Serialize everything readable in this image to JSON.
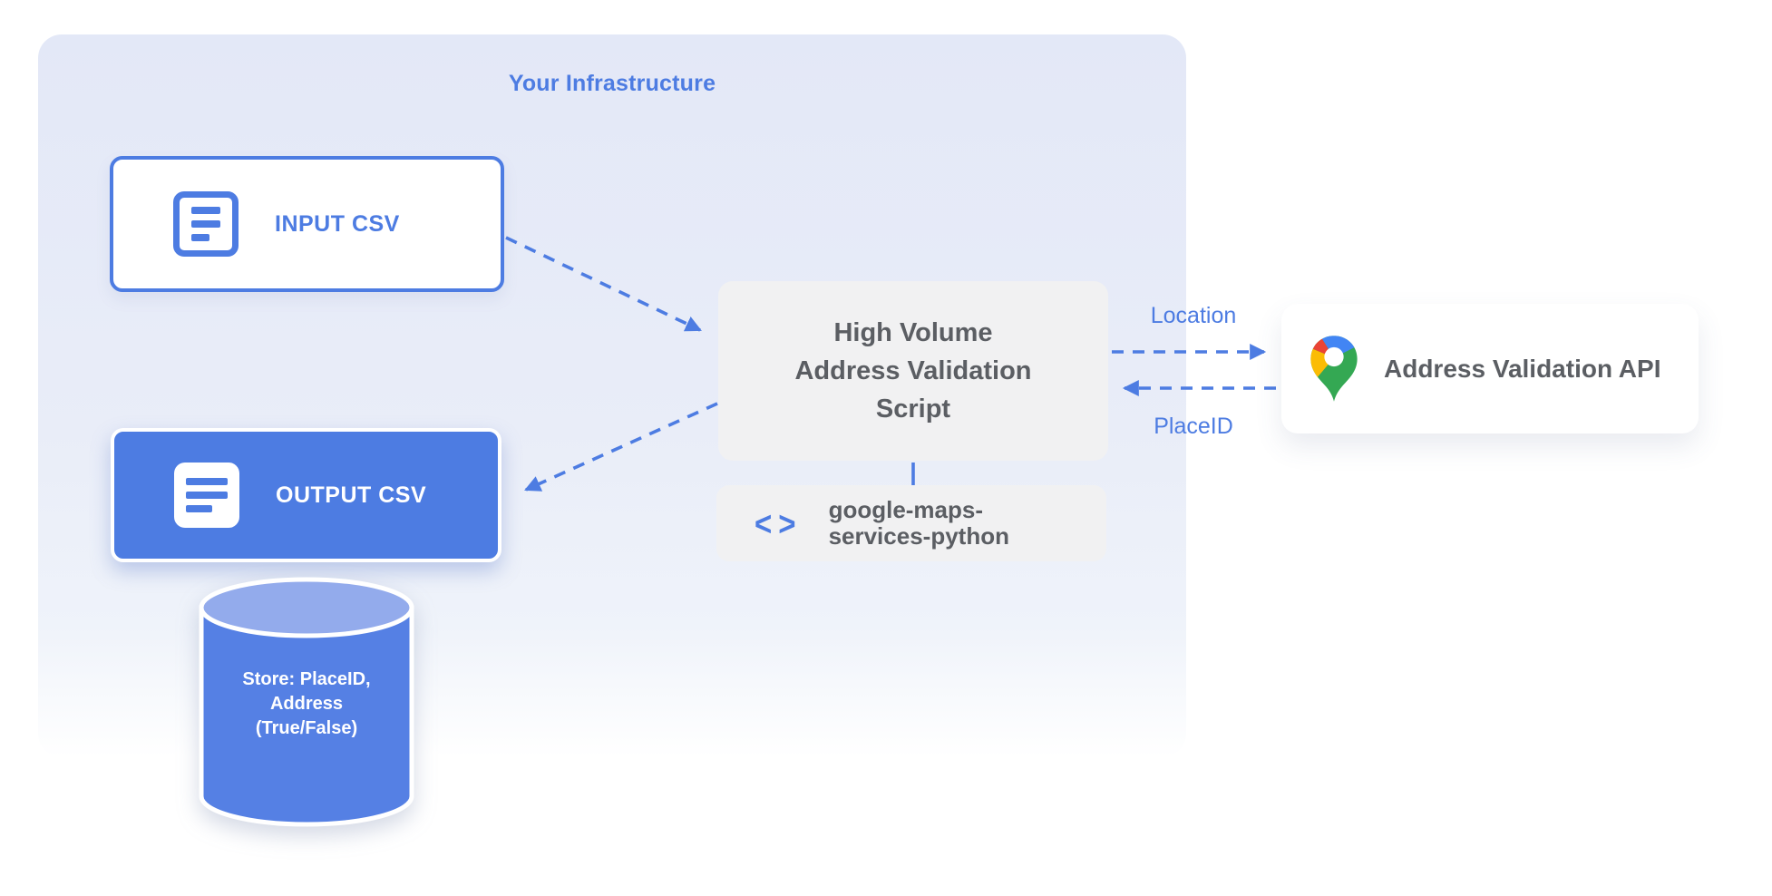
{
  "colors": {
    "accent": "#4d7ce2",
    "text-gray": "#5b5e63",
    "box-gray": "#f1f1f2",
    "container-top": "#e3e8f7",
    "container-mid": "#e9edf8",
    "cylinder-top": "#93abec",
    "cylinder-body": "#5580e4",
    "pin-blue": "#4285f4",
    "pin-red": "#ea4335",
    "pin-yellow": "#fbbc04",
    "pin-green": "#34a853"
  },
  "infrastructure": {
    "title": "Your Infrastructure"
  },
  "input_csv": {
    "label": "INPUT CSV",
    "icon": "document-icon"
  },
  "output_csv": {
    "label": "OUTPUT CSV",
    "icon": "document-icon"
  },
  "datastore": {
    "lines": [
      "Store: PlaceID,",
      "Address",
      "(True/False)"
    ]
  },
  "script": {
    "lines": [
      "High Volume",
      "Address Validation",
      "Script"
    ]
  },
  "library": {
    "lines": [
      "google-maps-",
      "services-python"
    ],
    "icon": "code-icon"
  },
  "api": {
    "label": "Address Validation API",
    "icon": "google-maps-pin-icon"
  },
  "flows": {
    "to_api_label": "Location",
    "from_api_label": "PlaceID"
  }
}
